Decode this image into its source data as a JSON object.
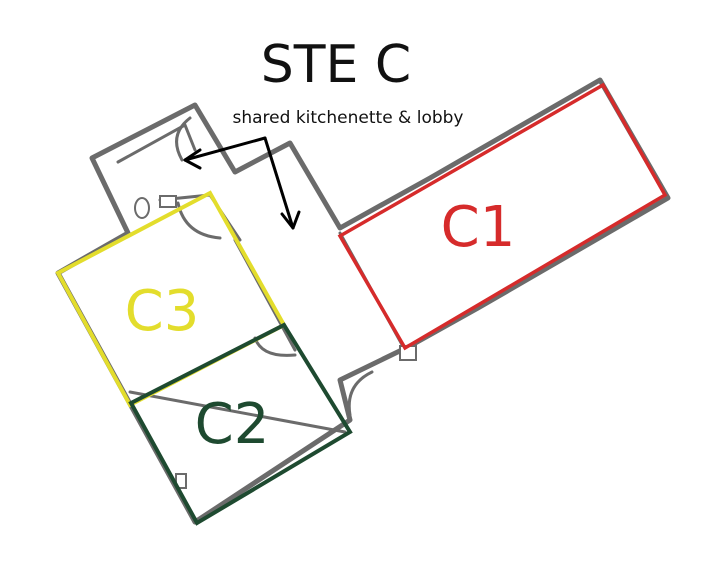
{
  "title": "STE C",
  "subtitle": "shared kitchenette & lobby",
  "units": [
    {
      "id": "c1",
      "label": "C1",
      "color": "#d62b2b"
    },
    {
      "id": "c2",
      "label": "C2",
      "color": "#1e4a30"
    },
    {
      "id": "c3",
      "label": "C3",
      "color": "#e3dd2c"
    }
  ]
}
